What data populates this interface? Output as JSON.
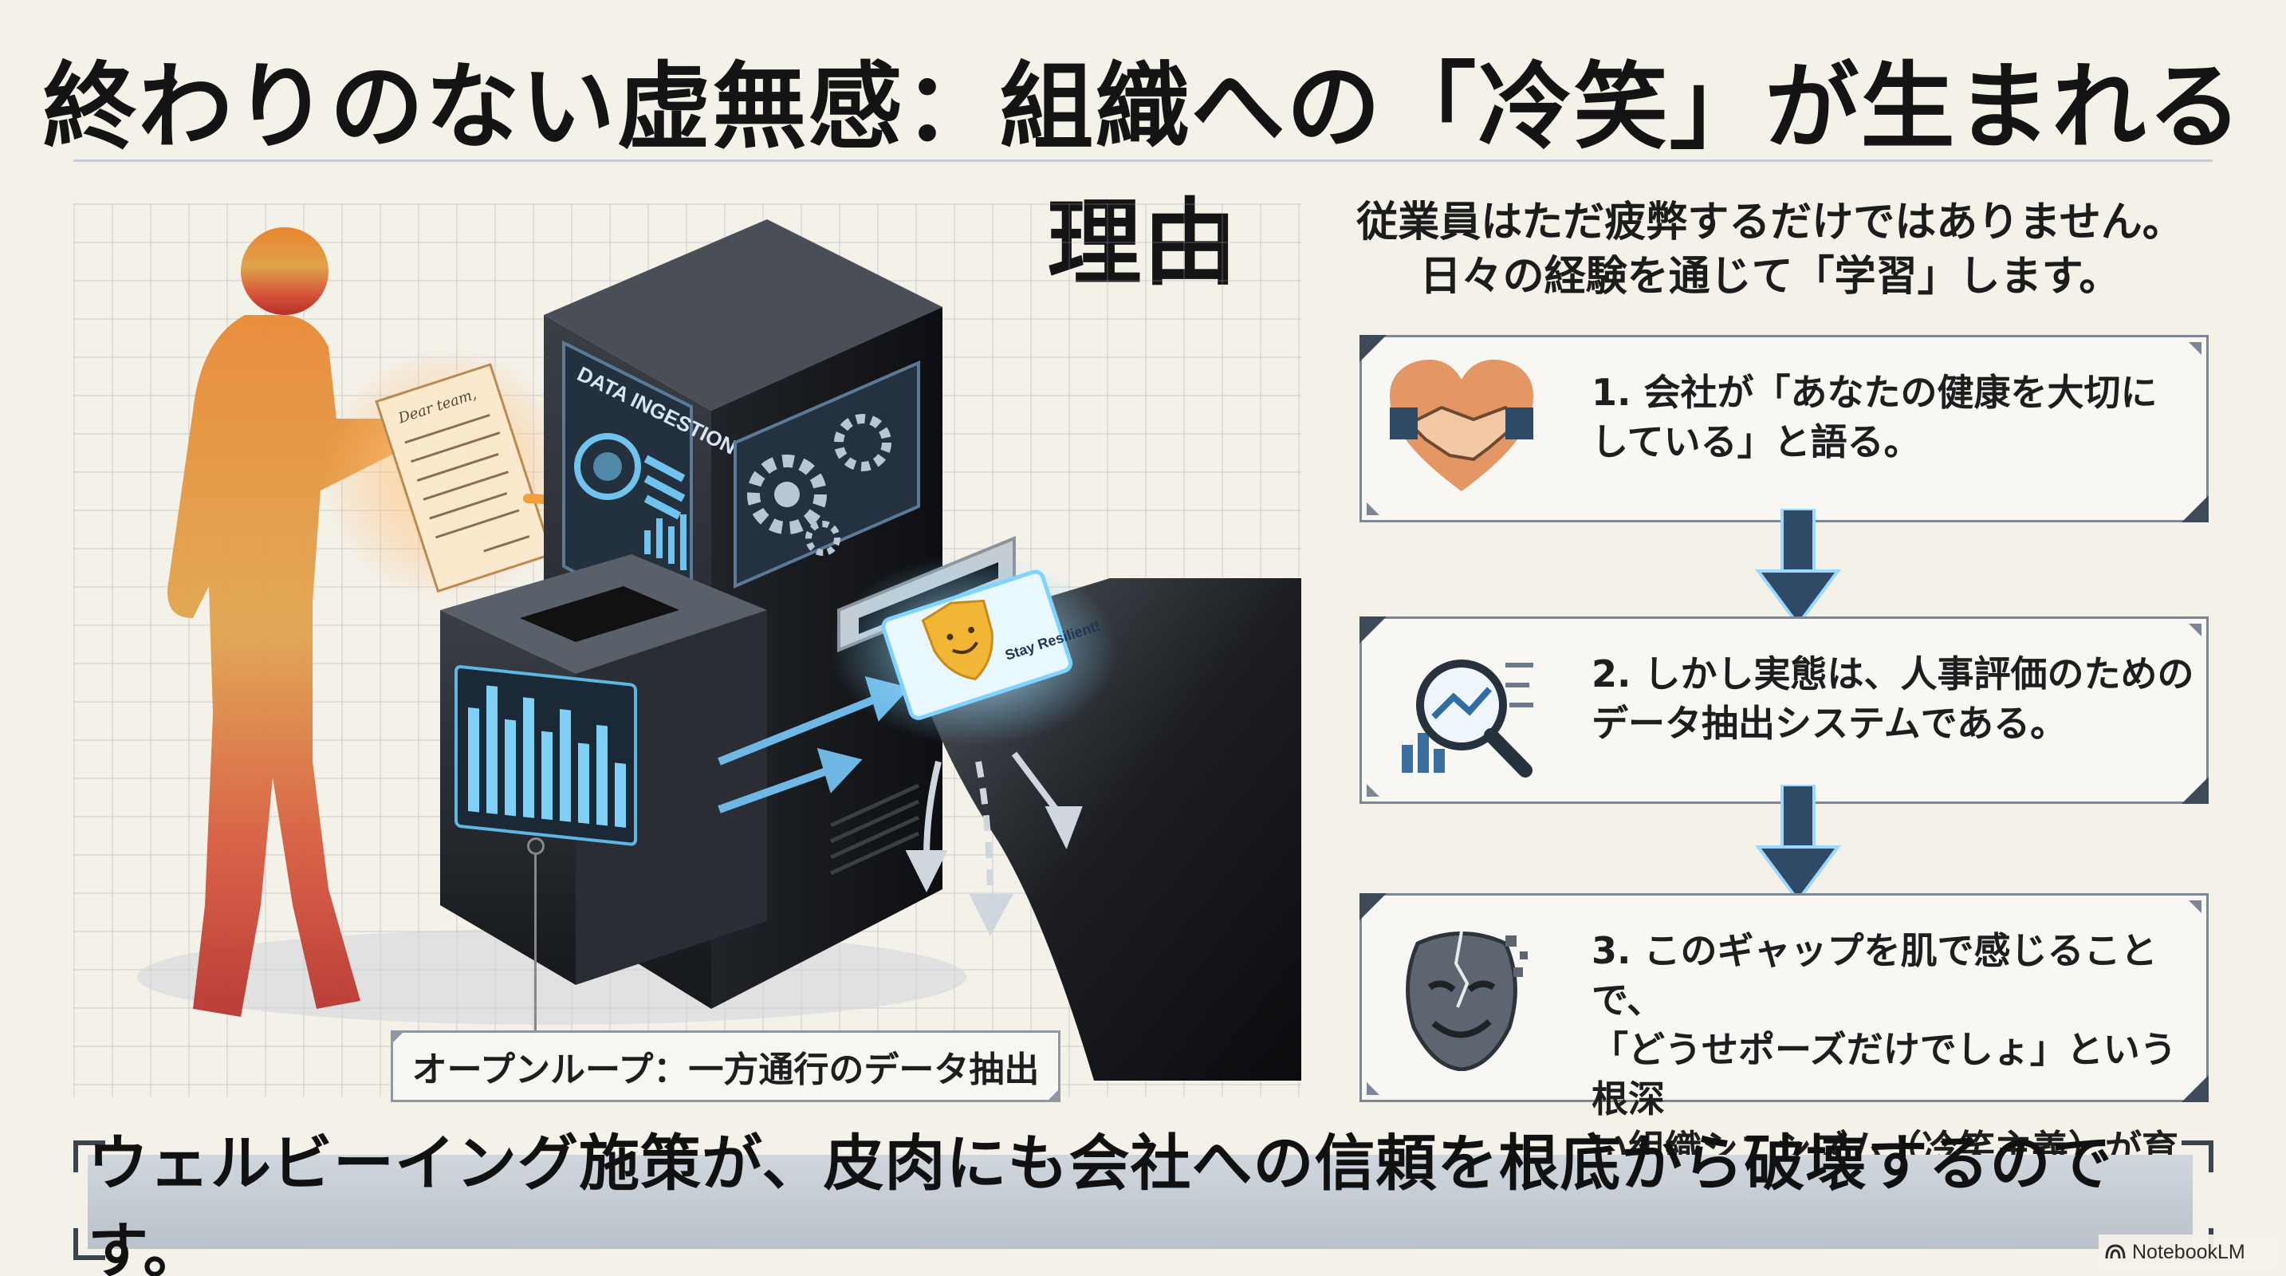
{
  "title": "終わりのない虚無感：組織への「冷笑」が生まれる理由",
  "illustration": {
    "hub_label": "DATA INGESTION HUB",
    "letter_salutation": "Dear team,",
    "ticket_text": "Stay Resilient!",
    "caption": "オープンループ：一方通行のデータ抽出"
  },
  "intro": {
    "line1": "従業員はただ疲弊するだけではありません。",
    "line2": "日々の経験を通じて「学習」します。"
  },
  "steps": [
    {
      "line1": "1.  会社が「あなたの健康を大切に",
      "line2": "している」と語る。",
      "line3": "",
      "icon": "handshake-heart-icon"
    },
    {
      "line1": "2.  しかし実態は、人事評価のための",
      "line2": "データ抽出システムである。",
      "line3": "",
      "icon": "magnifier-chart-icon"
    },
    {
      "line1": "3.  このギャップを肌で感じることで、",
      "line2": "「どうせポーズだけでしょ」という根深",
      "line3": "い組織シニシズム（冷笑主義）が育つ。",
      "icon": "cracked-mask-icon"
    }
  ],
  "banner": "ウェルビーイング施策が、皮肉にも会社への信頼を根底から破壊するのです。",
  "brand": "NotebookLM",
  "colors": {
    "background": "#f4f1e9",
    "step_border": "#7d8793",
    "arrow": "#2f4a66",
    "glow": "#7fd4ff",
    "figure_warm": "#e58a3a",
    "figure_red": "#c63a2c"
  }
}
